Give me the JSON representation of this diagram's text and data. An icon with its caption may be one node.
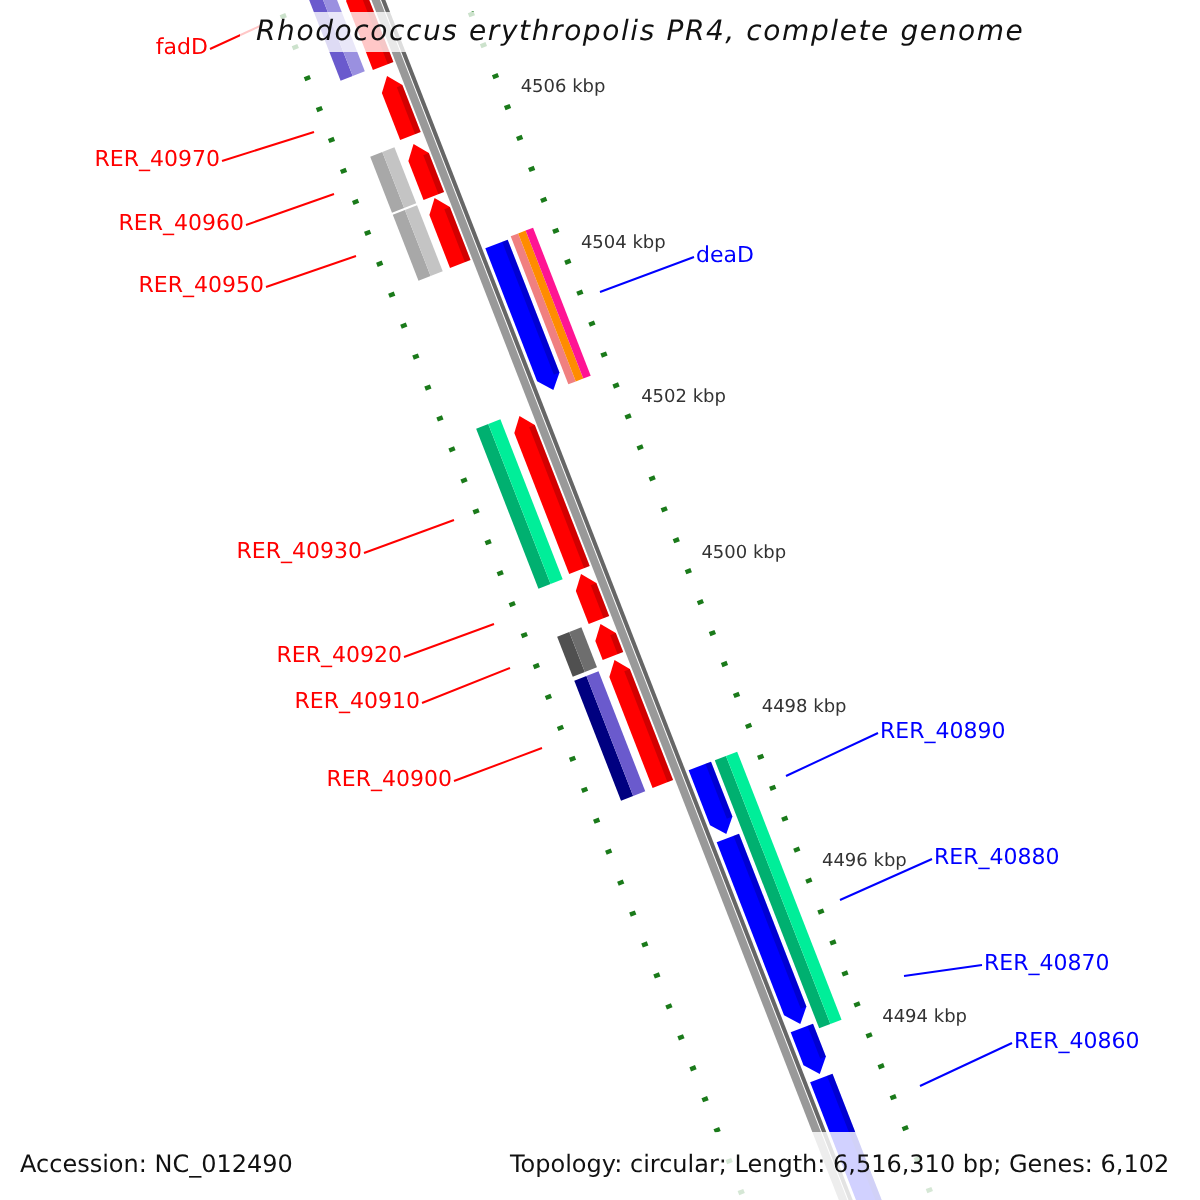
{
  "diagram": {
    "title": "Rhodococcus erythropolis PR4, complete genome",
    "nodes": [
      {
        "text": [
          "fadD"
        ]
      },
      {
        "text": [
          "RER_40970"
        ]
      },
      {
        "text": [
          "RER_40960"
        ]
      },
      {
        "text": [
          "deaD"
        ]
      },
      {
        "text": [
          "RER_40950"
        ]
      },
      {
        "text": [
          "RER_40930"
        ]
      },
      {
        "text": [
          "RER_40920"
        ]
      },
      {
        "text": [
          "RER_40910"
        ]
      },
      {
        "text": [
          "RER_40900"
        ]
      },
      {
        "text": [
          "RER_40890"
        ]
      },
      {
        "text": [
          "RER_40880"
        ]
      },
      {
        "text": [
          "RER_40870"
        ]
      },
      {
        "text": [
          "RER_40860"
        ]
      }
    ],
    "edges": [
      {
        "from": 0,
        "to": null,
        "arrow": "none"
      },
      {
        "from": 1,
        "to": null,
        "arrow": "none"
      },
      {
        "from": 2,
        "to": null,
        "arrow": "none"
      },
      {
        "from": 3,
        "to": null,
        "arrow": "none",
        "color": "#0000ff"
      },
      {
        "from": 4,
        "to": null,
        "arrow": "none"
      },
      {
        "from": 5,
        "to": null,
        "arrow": "none"
      },
      {
        "from": 6,
        "to": null,
        "arrow": "none"
      },
      {
        "from": 7,
        "to": null,
        "arrow": "none"
      },
      {
        "from": 8,
        "to": null,
        "arrow": "none"
      },
      {
        "from": 9,
        "to": null,
        "arrow": "none",
        "color": "#0000ff"
      },
      {
        "from": 10,
        "to": null,
        "arrow": "none",
        "color": "#0000ff"
      },
      {
        "from": 11,
        "to": null,
        "arrow": "none",
        "color": "#0000ff"
      },
      {
        "from": 12,
        "to": null,
        "arrow": "none",
        "color": "#0000ff"
      }
    ],
    "labels": [
      "4506 kbp",
      "4504 kbp",
      "4502 kbp",
      "4500 kbp",
      "4498 kbp",
      "4496 kbp",
      "4494 kbp",
      "Accession: NC_012490",
      "Topology: circular; Length: 6,516,310 bp; Genes: 6,102"
    ]
  }
}
